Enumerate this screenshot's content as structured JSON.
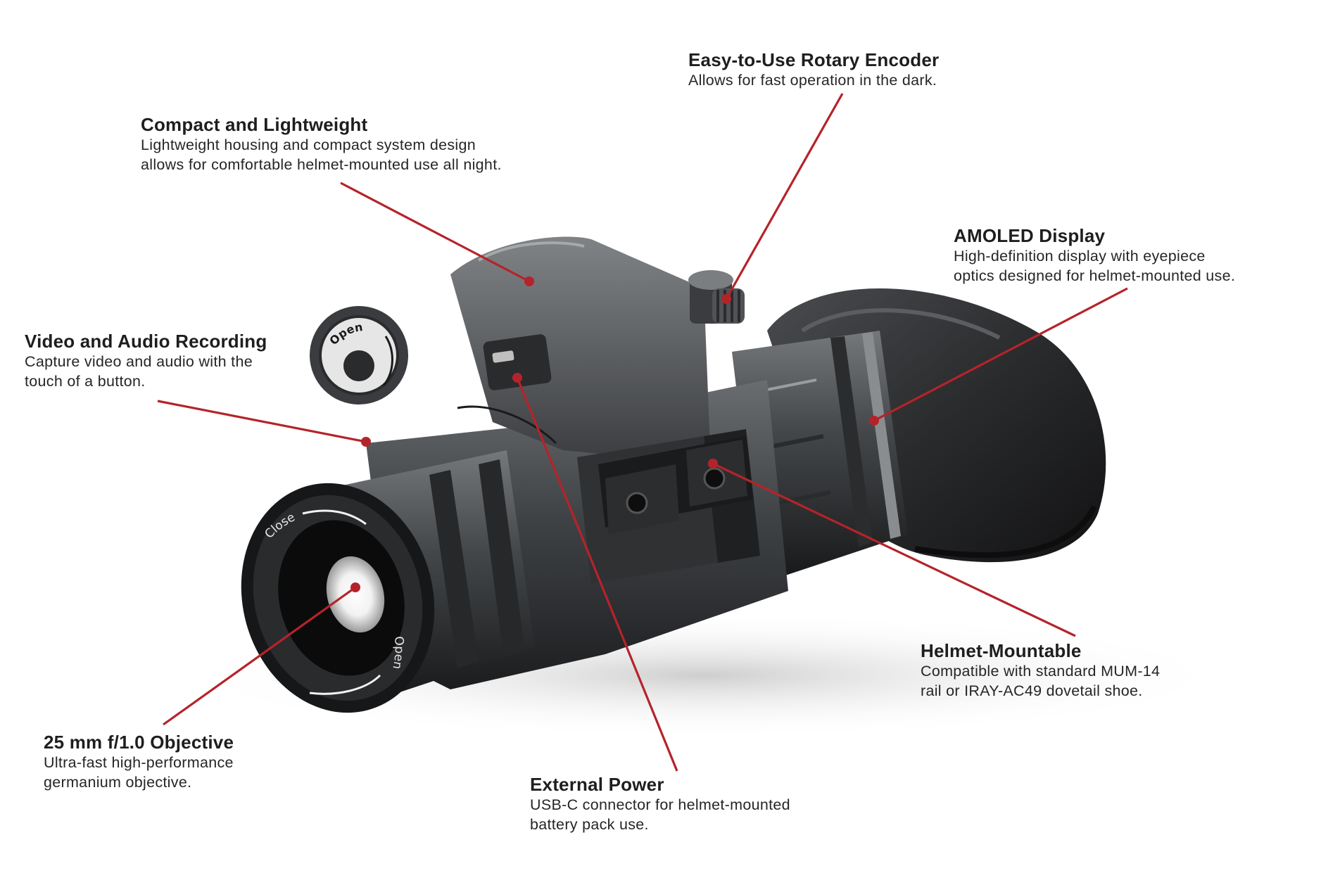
{
  "accent_color": "#b5232a",
  "callouts": {
    "encoder": {
      "title": "Easy-to-Use Rotary Encoder",
      "desc": "Allows for fast operation in the dark."
    },
    "compact": {
      "title": "Compact and Lightweight",
      "desc": "Lightweight housing and compact system design\nallows for comfortable helmet-mounted use all night."
    },
    "amoled": {
      "title": "AMOLED Display",
      "desc": "High-definition display with eyepiece\noptics designed for helmet-mounted use."
    },
    "video": {
      "title": "Video and Audio Recording",
      "desc": "Capture video and audio with the\ntouch of a button."
    },
    "helmet": {
      "title": "Helmet-Mountable",
      "desc": "Compatible with standard MUM-14\nrail or IRAY-AC49 dovetail shoe."
    },
    "objective": {
      "title": "25 mm f/1.0 Objective",
      "desc": "Ultra-fast high-performance\ngermanium objective."
    },
    "power": {
      "title": "External Power",
      "desc": "USB-C connector for helmet-mounted\nbattery pack use."
    }
  },
  "engravings": {
    "knob_open": "Open",
    "lens_close": "Close",
    "lens_open": "Open"
  }
}
